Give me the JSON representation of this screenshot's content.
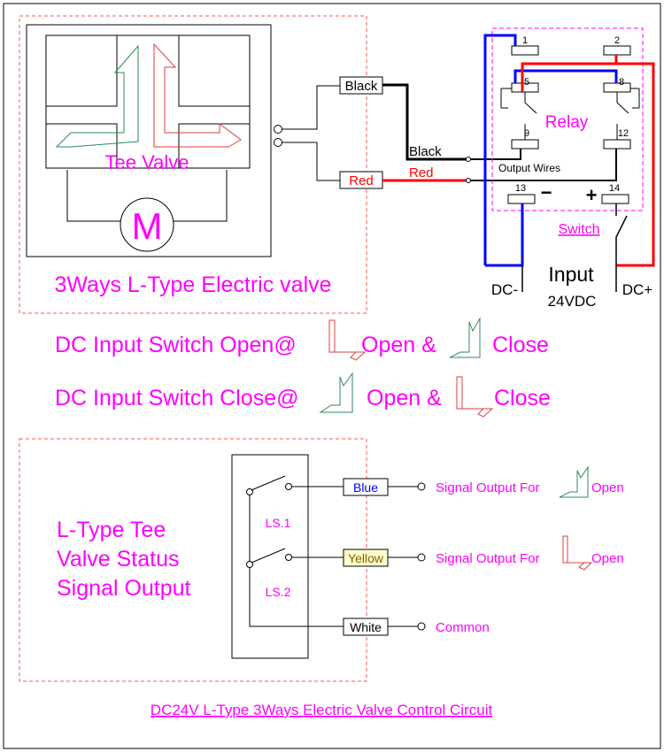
{
  "valve": {
    "name": "Tee Valve",
    "motor_symbol": "M",
    "caption": "3Ways L-Type Electric valve"
  },
  "wiring": {
    "black_tag": "Black",
    "red_tag": "Red",
    "black_wire_label": "Black",
    "red_wire_label": "Red",
    "output_wires": "Output Wires"
  },
  "relay": {
    "label": "Relay",
    "terminals": [
      "1",
      "2",
      "5",
      "8",
      "9",
      "12",
      "13",
      "14"
    ],
    "minus_sign": "−",
    "plus_sign": "+",
    "switch_label": "Switch"
  },
  "power": {
    "input_label": "Input",
    "voltage": "24VDC",
    "negative": "DC-",
    "positive": "DC+"
  },
  "logic": {
    "line1_prefix": "DC Input Switch Open@",
    "line1_mid": "Open &",
    "line1_end": "Close",
    "line2_prefix": "DC Input Switch Close@",
    "line2_mid": "Open &",
    "line2_end": "Close"
  },
  "status": {
    "title_lines": [
      "L-Type Tee",
      "Valve Status",
      "Signal Output"
    ],
    "ls1": "LS.1",
    "ls2": "LS.2",
    "outputs": [
      {
        "wire": "Blue",
        "label": "Signal Output For",
        "state": "Open"
      },
      {
        "wire": "Yellow",
        "label": "Signal Output For",
        "state": "Open"
      },
      {
        "wire": "White",
        "label": "Common",
        "state": ""
      }
    ]
  },
  "footer": {
    "title": "DC24V L-Type 3Ways Electric Valve Control Circuit"
  },
  "colors": {
    "magenta": "#ff00ff",
    "red": "#ff0000",
    "blue": "#0000ff",
    "green": "#2e8b57",
    "dashed": "#ff5555",
    "yellow_tag_bg": "#ffffcc",
    "yellow_tag_text": "#806000"
  }
}
